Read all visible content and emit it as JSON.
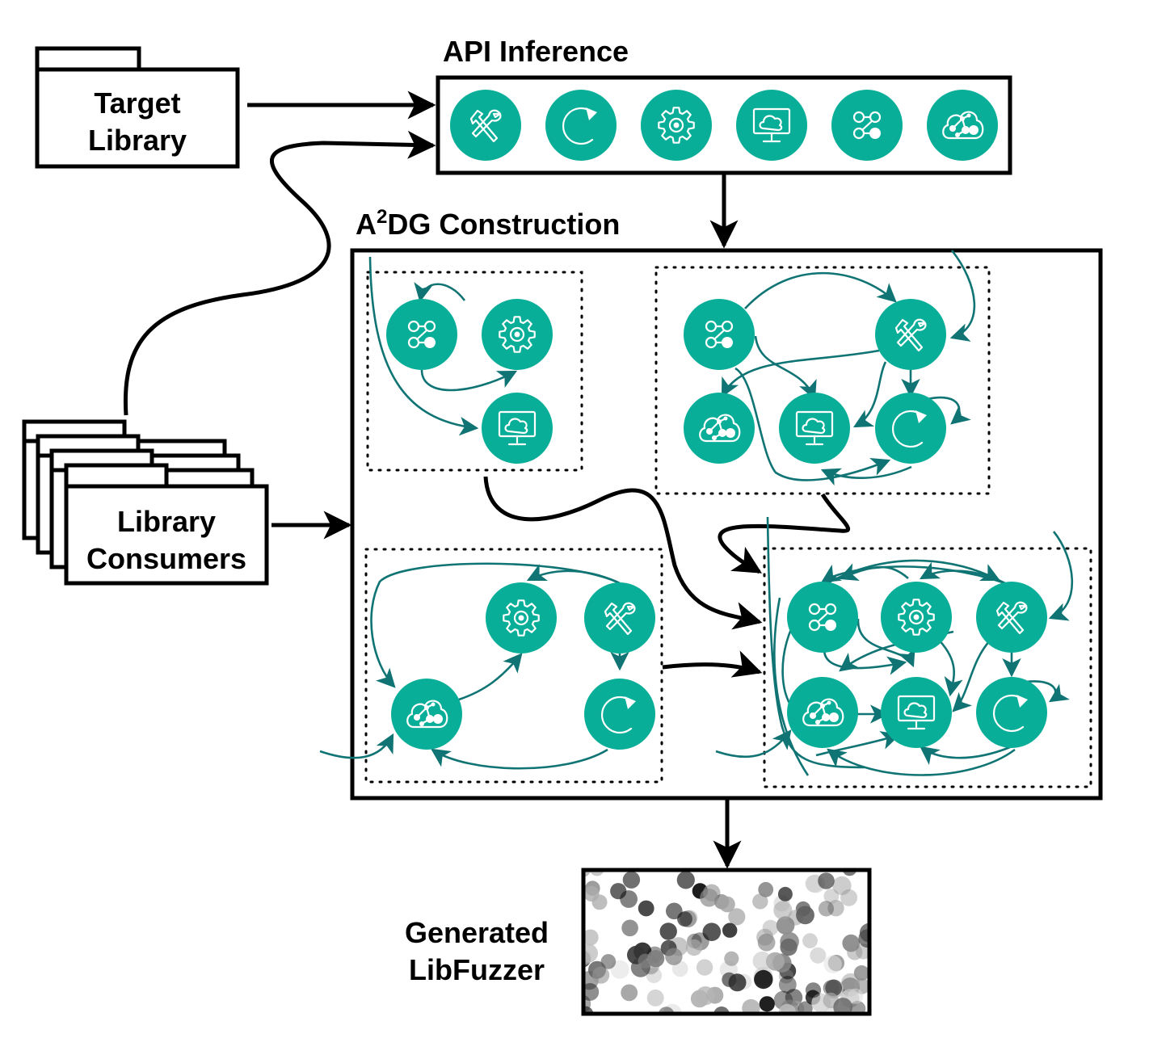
{
  "colors": {
    "node_fill": "#09ae98",
    "teal_edge": "#0f7473",
    "black": "#000000",
    "background": "#ffffff"
  },
  "labels": {
    "target_library_line1": "Target",
    "target_library_line2": "Library",
    "library_consumers_line1": "Library",
    "library_consumers_line2": "Consumers",
    "api_inference": "API Inference",
    "a2dg_prefix": "A",
    "a2dg_superscript": "2",
    "a2dg_suffix": "DG Construction",
    "generated_line1": "Generated",
    "generated_line2": "LibFuzzer"
  },
  "icon_types": [
    "tools-icon",
    "refresh-icon",
    "gear-icon",
    "monitor-cloud-icon",
    "graph-nodes-icon",
    "cloud-network-icon"
  ],
  "api_inference_icons": [
    "tools",
    "refresh",
    "gear",
    "monitor",
    "graph",
    "cloudnet"
  ],
  "subgraphs": [
    {
      "name": "subgraph-top-left",
      "nodes": [
        {
          "id": "a",
          "icon": "graph"
        },
        {
          "id": "b",
          "icon": "gear"
        },
        {
          "id": "c",
          "icon": "monitor"
        }
      ],
      "edges": [
        [
          "b",
          "a"
        ],
        [
          "a",
          "b"
        ],
        [
          "external",
          "c"
        ]
      ]
    },
    {
      "name": "subgraph-top-right",
      "nodes": [
        {
          "id": "a",
          "icon": "graph"
        },
        {
          "id": "b",
          "icon": "tools"
        },
        {
          "id": "c",
          "icon": "cloudnet"
        },
        {
          "id": "d",
          "icon": "monitor"
        },
        {
          "id": "e",
          "icon": "refresh"
        }
      ],
      "edges": [
        [
          "a",
          "b"
        ],
        [
          "external",
          "b"
        ],
        [
          "b",
          "c"
        ],
        [
          "a",
          "d"
        ],
        [
          "b",
          "d"
        ],
        [
          "b",
          "e"
        ],
        [
          "e",
          "e"
        ],
        [
          "a",
          "e"
        ],
        [
          "e",
          "d"
        ]
      ]
    },
    {
      "name": "subgraph-bottom-left",
      "nodes": [
        {
          "id": "a",
          "icon": "gear"
        },
        {
          "id": "b",
          "icon": "tools"
        },
        {
          "id": "c",
          "icon": "cloudnet"
        },
        {
          "id": "d",
          "icon": "refresh"
        }
      ],
      "edges": [
        [
          "b",
          "a"
        ],
        [
          "b",
          "c"
        ],
        [
          "b",
          "d"
        ],
        [
          "c",
          "a"
        ],
        [
          "d",
          "c"
        ],
        [
          "external",
          "c"
        ]
      ]
    },
    {
      "name": "subgraph-merged",
      "nodes": [
        {
          "id": "a",
          "icon": "graph"
        },
        {
          "id": "b",
          "icon": "gear"
        },
        {
          "id": "c",
          "icon": "tools"
        },
        {
          "id": "d",
          "icon": "cloudnet"
        },
        {
          "id": "e",
          "icon": "monitor"
        },
        {
          "id": "f",
          "icon": "refresh"
        }
      ]
    }
  ]
}
